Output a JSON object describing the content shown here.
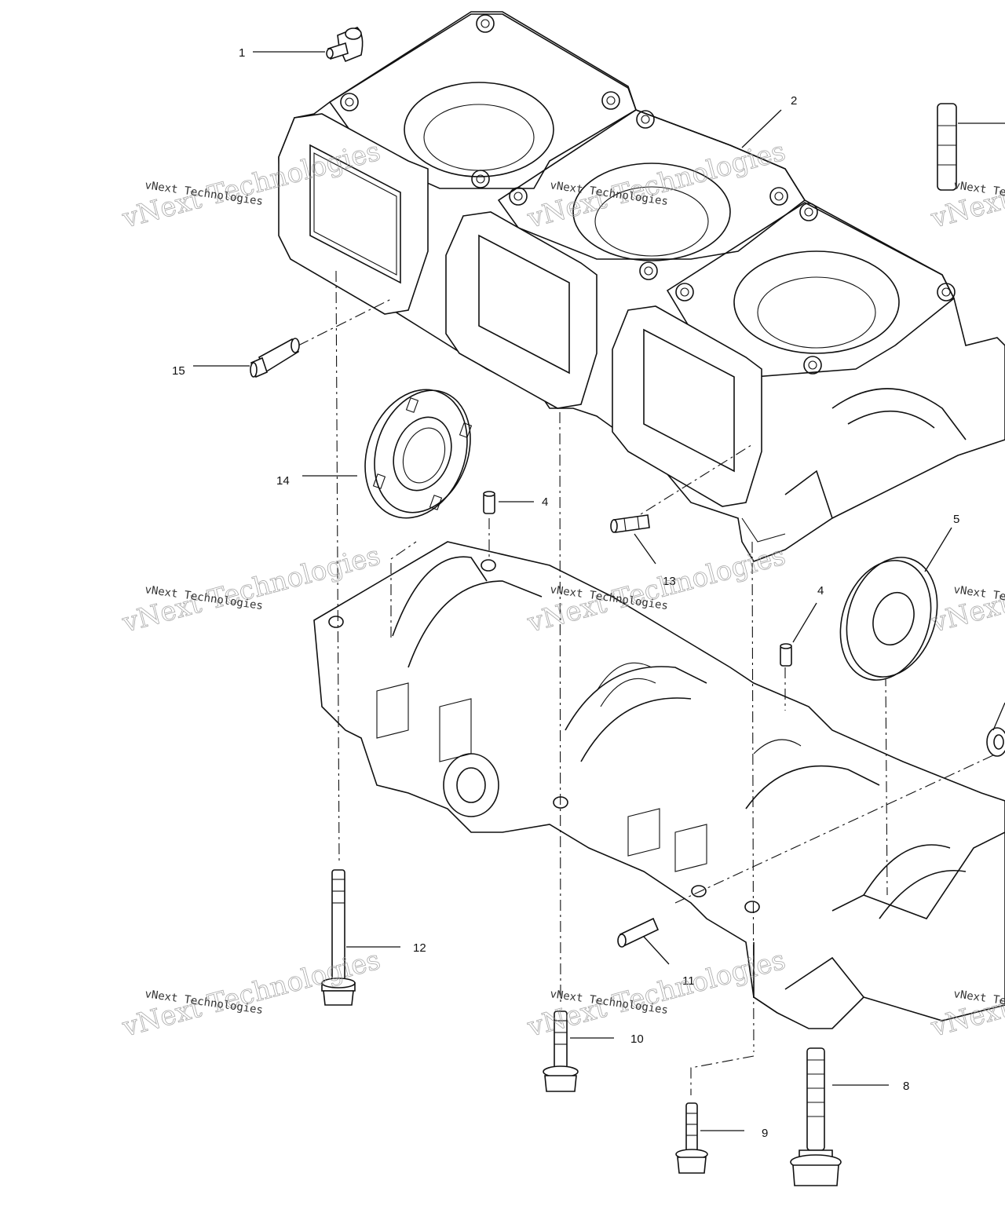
{
  "diagram": {
    "callouts": [
      {
        "id": "c1",
        "label": "1"
      },
      {
        "id": "c2",
        "label": "2"
      },
      {
        "id": "c4a",
        "label": "4"
      },
      {
        "id": "c4b",
        "label": "4"
      },
      {
        "id": "c5",
        "label": "5"
      },
      {
        "id": "c8",
        "label": "8"
      },
      {
        "id": "c9",
        "label": "9"
      },
      {
        "id": "c10",
        "label": "10"
      },
      {
        "id": "c11",
        "label": "11"
      },
      {
        "id": "c12",
        "label": "12"
      },
      {
        "id": "c13",
        "label": "13"
      },
      {
        "id": "c14",
        "label": "14"
      },
      {
        "id": "c15",
        "label": "15"
      }
    ],
    "watermark": {
      "big": "vNext Technologies",
      "small": "vNext Technologies"
    }
  }
}
